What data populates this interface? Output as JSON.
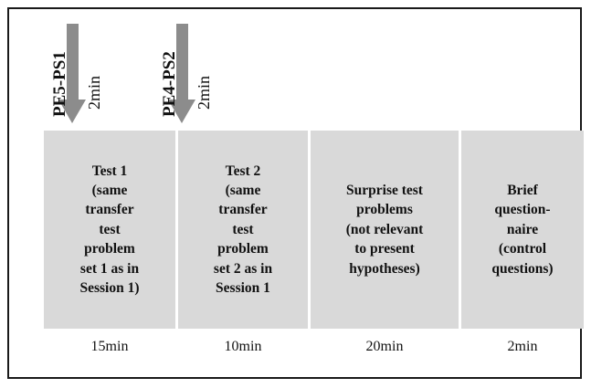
{
  "figure": {
    "type": "timeline-diagram",
    "background_color": "#ffffff",
    "border_color": "#1a1a1a",
    "cell_fill_color": "#d9d9d9",
    "arrow_color": "#8c8c8c"
  },
  "arrows": [
    {
      "icon": "down-arrow-icon",
      "phase_label": "PE5-PS1",
      "duration_label": "2min"
    },
    {
      "icon": "down-arrow-icon",
      "phase_label": "PE4-PS2",
      "duration_label": "2min"
    }
  ],
  "phases": [
    {
      "text": "Test 1\n(same\ntransfer\ntest\nproblem\nset 1 as in\nSession 1)",
      "duration": "15min"
    },
    {
      "text": "Test 2\n(same\ntransfer\ntest\nproblem\nset 2 as in\nSession 1",
      "duration": "10min"
    },
    {
      "text": "Surprise test\nproblems\n(not relevant\nto present\nhypotheses)",
      "duration": "20min"
    },
    {
      "text": "Brief\nquestion-\nnaire\n(control\nquestions)",
      "duration": "2min"
    }
  ]
}
